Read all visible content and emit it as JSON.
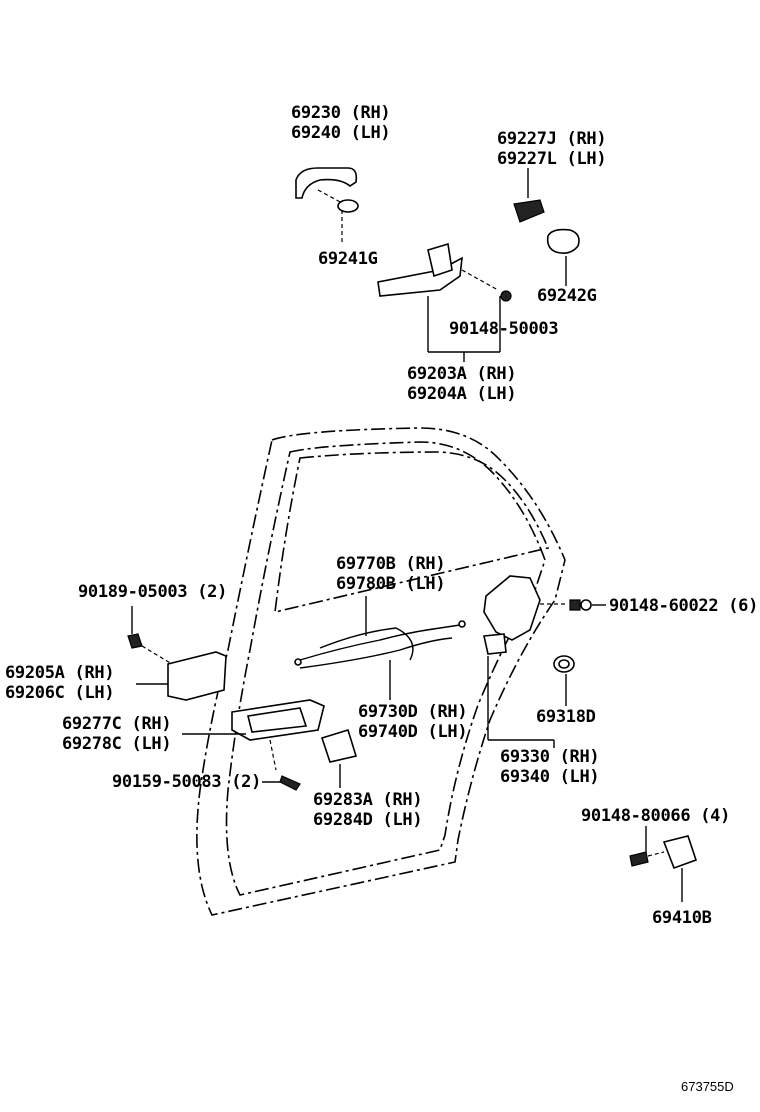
{
  "labels": {
    "outer_handle_rh": "69230 (RH)",
    "outer_handle_lh": "69240 (LH)",
    "handle_pad": "69241G",
    "cover_rh": "69227J (RH)",
    "cover_lh": "69227L (LH)",
    "gasket": "69242G",
    "screw_top": "90148-50003",
    "frame_rh": "69203A (RH)",
    "frame_lh": "69204A (LH)",
    "cable_upper_rh": "69770B (RH)",
    "cable_upper_lh": "69780B (LH)",
    "bolt_left": "90189-05003 (2)",
    "lock_screw": "90148-60022 (6)",
    "inner_frame_rh": "69205A (RH)",
    "inner_frame_lh": "69206C (LH)",
    "bezel_rh": "69277C (RH)",
    "bezel_lh": "69278C (LH)",
    "cable_lower_rh": "69730D (RH)",
    "cable_lower_lh": "69740D (LH)",
    "grommet": "69318D",
    "screw_lower": "90159-50083 (2)",
    "lock_rh": "69330 (RH)",
    "lock_lh": "69340 (LH)",
    "cover_inner_rh": "69283A (RH)",
    "cover_inner_lh": "69284D (LH)",
    "striker_screw": "90148-80066 (4)",
    "striker": "69410B",
    "figure_id": "673755D"
  }
}
